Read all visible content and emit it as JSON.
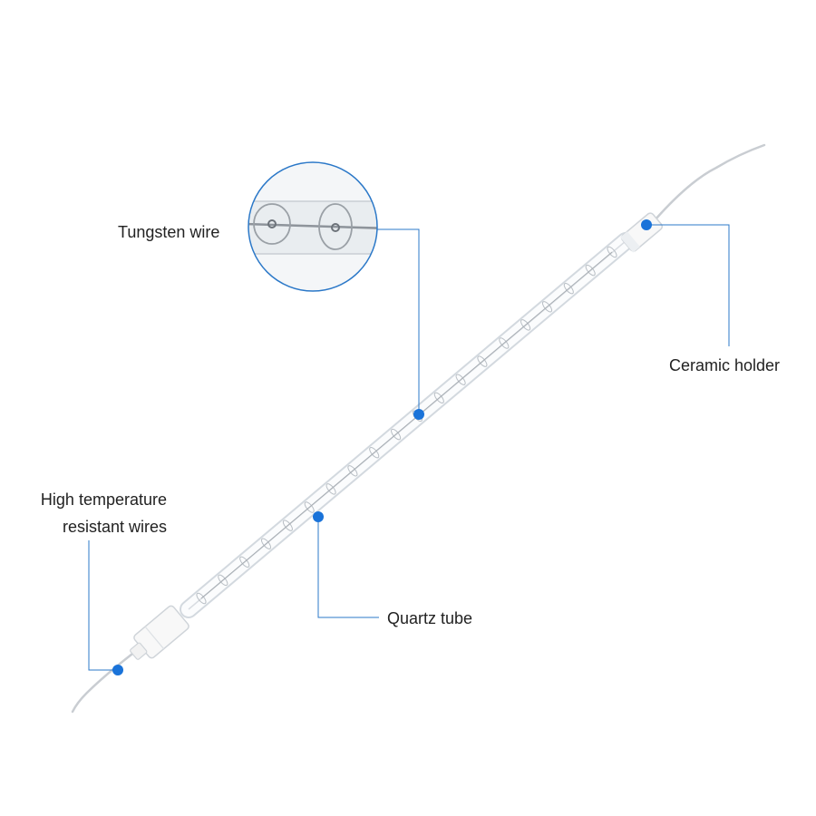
{
  "labels": {
    "tungsten_wire": "Tungsten wire",
    "ceramic_holder": "Ceramic holder",
    "quartz_tube": "Quartz tube",
    "high_temp_line1": "High temperature",
    "high_temp_line2": "resistant wires"
  },
  "colors": {
    "callout": "#2b78c8",
    "dot": "#1a73d9",
    "glass": "#d7dde3",
    "wire": "#c5c9ce",
    "text": "#222222"
  },
  "icons": {
    "callout_dot": "blue-dot",
    "zoom_lens": "magnifier-circle"
  }
}
